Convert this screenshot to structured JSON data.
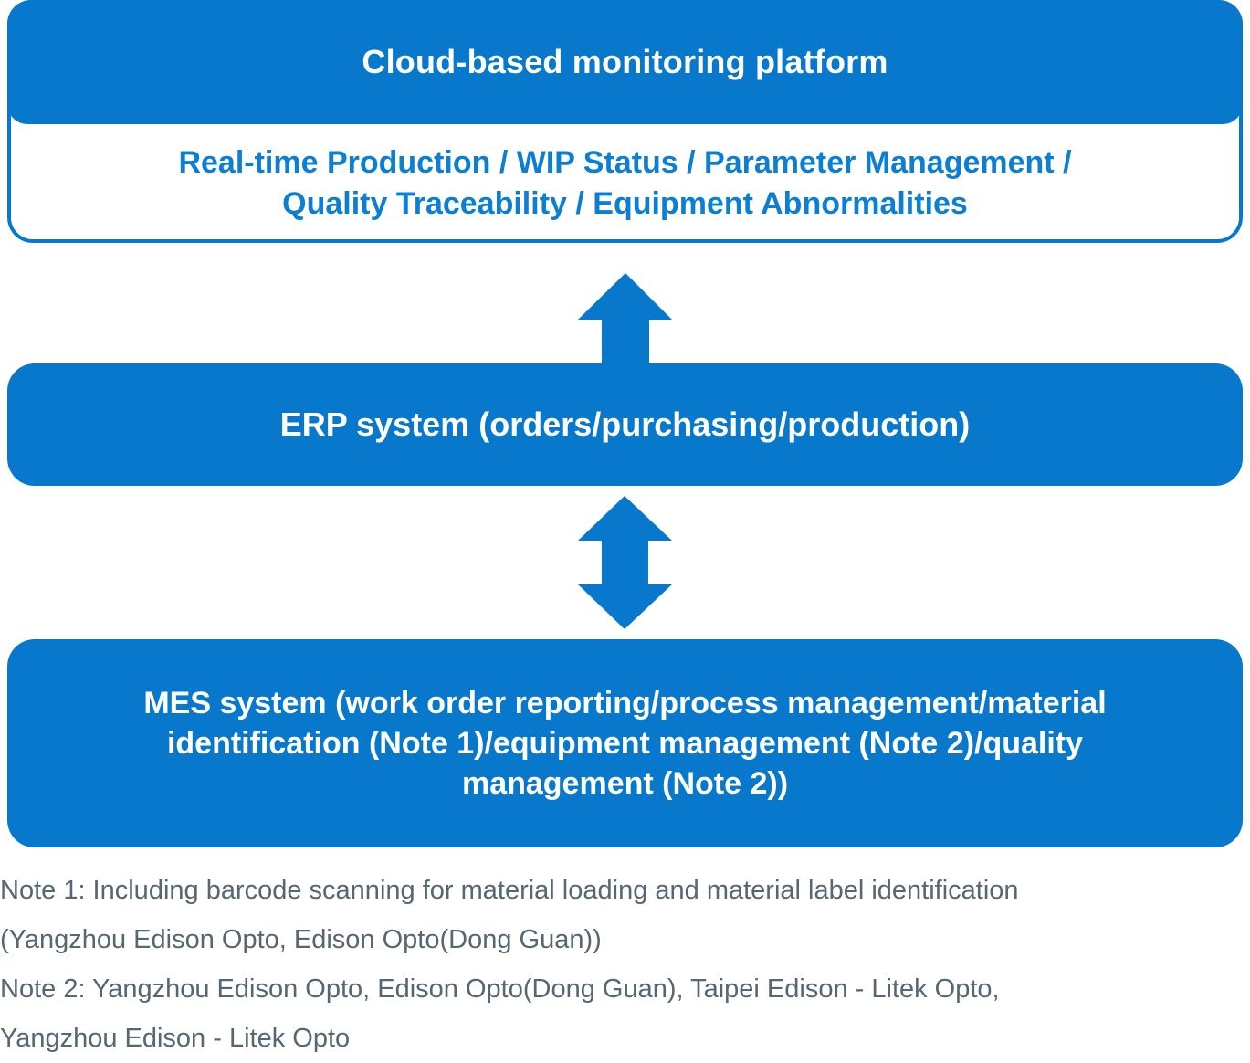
{
  "colors": {
    "primary_blue": "#0878cc",
    "accent_text_blue": "#0c7fd3",
    "note_text": "#566672",
    "box_text": "#ffffff"
  },
  "diagram": {
    "cloud_platform": {
      "title": "Cloud-based monitoring platform",
      "features": "Real-time Production / WIP Status / Parameter Management /\nQuality Traceability / Equipment Abnormalities"
    },
    "erp": {
      "label": "ERP system (orders/purchasing/production)"
    },
    "mes": {
      "label": "MES system (work order reporting/process management/material\nidentification (Note 1)/equipment management (Note 2)/quality\nmanagement (Note 2))"
    },
    "arrows": [
      {
        "name": "arrow-cloud-erp",
        "type": "up"
      },
      {
        "name": "arrow-erp-mes",
        "type": "double"
      }
    ]
  },
  "notes": {
    "note1": "Note 1: Including barcode scanning for material loading and material label identification\n(Yangzhou Edison Opto, Edison Opto(Dong Guan))",
    "note2": "Note 2: Yangzhou Edison Opto, Edison Opto(Dong Guan), Taipei Edison - Litek Opto,\nYangzhou Edison - Litek Opto"
  }
}
